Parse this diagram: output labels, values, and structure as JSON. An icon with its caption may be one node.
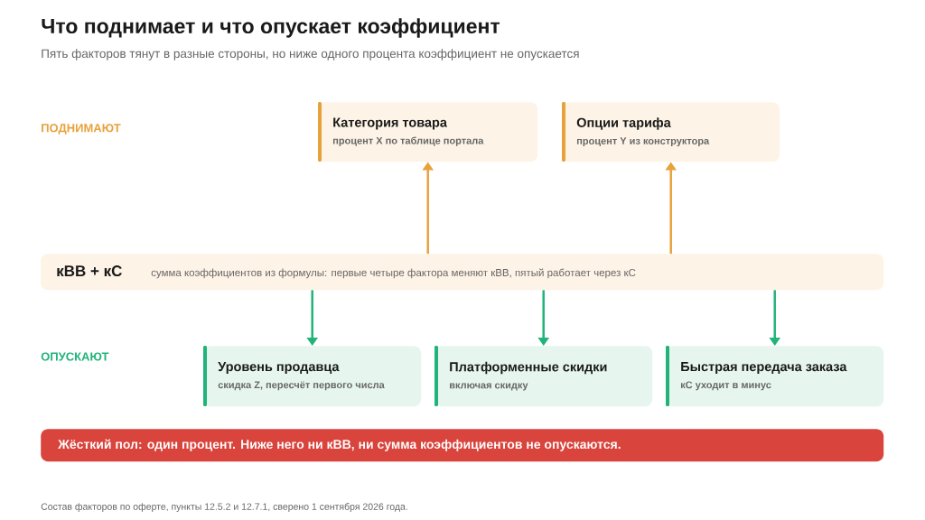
{
  "diagram": {
    "title": "Что поднимает и что опускает коэффициент",
    "caption": "Пять факторов тянут в разные стороны, но ниже одного процента коэффициент не опускается",
    "nodes": [
      {
        "text": [
          "Категория товара",
          "процент X по таблице портала"
        ]
      },
      {
        "text": [
          "Опции тарифа",
          "процент Y из конструктора"
        ]
      },
      {
        "text": [
          "кВВ + кС",
          "сумма коэффициентов из формулы: первые четыре фактора меняют кВВ, пятый работает через кС"
        ]
      },
      {
        "text": [
          "Уровень продавца",
          "скидка Z, пересчёт первого числа"
        ]
      },
      {
        "text": [
          "Платформенные скидки",
          "включая скидку"
        ]
      },
      {
        "text": [
          "Быстрая передача заказа",
          "кС уходит в минус"
        ]
      },
      {
        "text": [
          "Жёсткий пол: один процент. Ниже него ни кВВ, ни сумма коэффициентов не опускаются."
        ]
      }
    ],
    "edges": [
      {
        "from": 2,
        "to": 0,
        "arrow": "to",
        "color": "#e8a23c"
      },
      {
        "from": 2,
        "to": 1,
        "arrow": "to",
        "color": "#e8a23c"
      },
      {
        "from": 2,
        "to": 3,
        "arrow": "to"
      },
      {
        "from": 2,
        "to": 4,
        "arrow": "to"
      },
      {
        "from": 2,
        "to": 5,
        "arrow": "to"
      }
    ],
    "labels": [
      "ПОДНИМАЮТ",
      "ОПУСКАЮТ",
      "Состав факторов по оферте, пункты 12.5.2 и 12.7.1, сверено 1 сентября 2026 года."
    ]
  }
}
